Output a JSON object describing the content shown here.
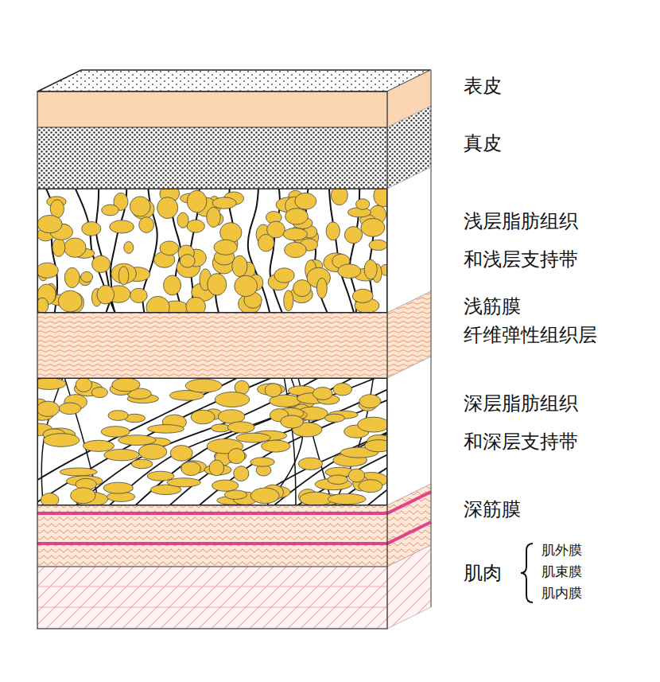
{
  "diagram": {
    "labels": [
      "表皮",
      "真皮",
      "浅层脂肪组织 和浅层支持带",
      "浅筋膜 纤维弹性组织层",
      "深层脂肪组织 和深层支持带",
      "深筋膜",
      "肌肉",
      "肌外膜",
      "肌束膜",
      "肌内膜"
    ]
  }
}
